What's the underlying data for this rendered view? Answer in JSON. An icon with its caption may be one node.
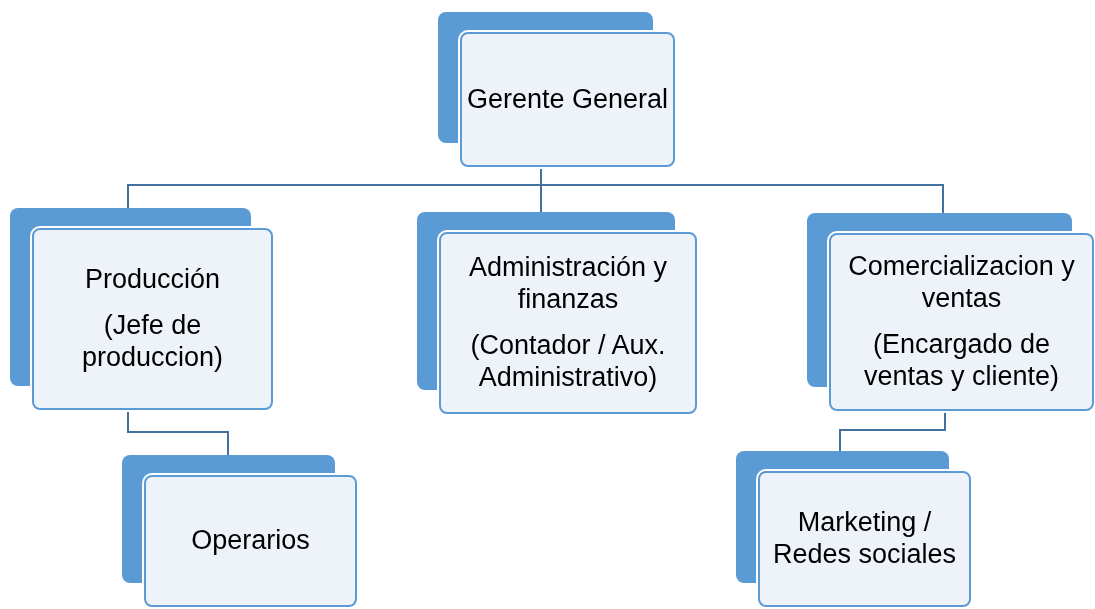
{
  "diagram": {
    "nodes": [
      {
        "text": [
          "Gerente General"
        ]
      },
      {
        "text": [
          "Producción",
          "(Jefe de produccion)"
        ]
      },
      {
        "text": [
          "Administración y finanzas",
          "(Contador / Aux. Administrativo)"
        ]
      },
      {
        "text": [
          "Comercializacion y ventas",
          "(Encargado de ventas y cliente)"
        ]
      },
      {
        "text": [
          "Operarios"
        ]
      },
      {
        "text": [
          "Marketing / Redes sociales"
        ]
      }
    ],
    "edges": [
      {
        "from": 0,
        "to": 1,
        "arrow": "none"
      },
      {
        "from": 0,
        "to": 2,
        "arrow": "none"
      },
      {
        "from": 0,
        "to": 3,
        "arrow": "none"
      },
      {
        "from": 1,
        "to": 4,
        "arrow": "none"
      },
      {
        "from": 3,
        "to": 5,
        "arrow": "none"
      }
    ]
  }
}
